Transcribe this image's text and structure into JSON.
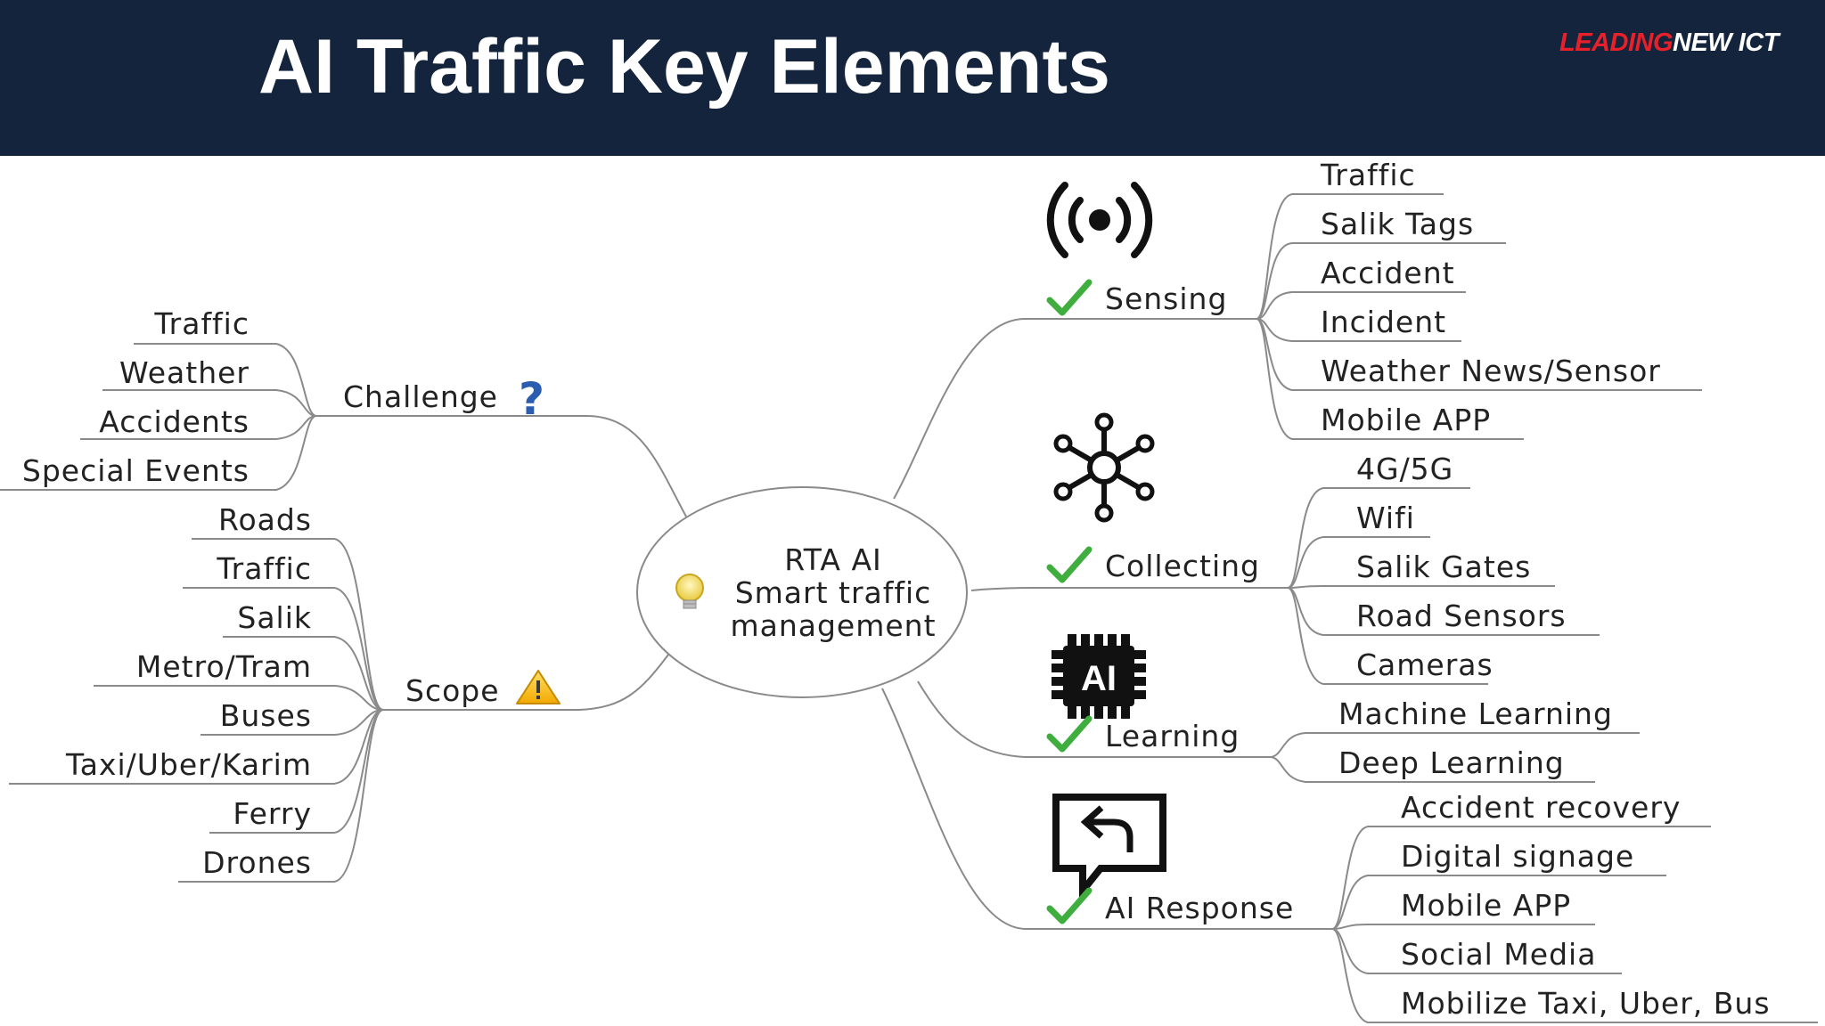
{
  "header": {
    "title": "AI Traffic Key Elements",
    "logo_word1": "LEADING",
    "logo_word2": "NEW ICT",
    "logo_red": "#e8202a",
    "background": "#14243d"
  },
  "center": {
    "line1": "RTA AI",
    "line2": "Smart traffic",
    "line3": "management",
    "icon": "lightbulb-icon"
  },
  "challenge": {
    "label": "Challenge",
    "icon": "question-mark-icon",
    "items": [
      "Traffic",
      "Weather",
      "Accidents",
      "Special Events"
    ]
  },
  "scope": {
    "label": "Scope",
    "icon": "warning-icon",
    "items": [
      "Roads",
      "Traffic",
      "Salik",
      "Metro/Tram",
      "Buses",
      "Taxi/Uber/Karim",
      "Ferry",
      "Drones"
    ]
  },
  "sensing": {
    "label": "Sensing",
    "icon": "broadcast-icon",
    "items": [
      "Traffic",
      "Salik Tags",
      "Accident",
      "Incident",
      "Weather News/Sensor",
      "Mobile APP"
    ]
  },
  "collecting": {
    "label": "Collecting",
    "icon": "network-hub-icon",
    "items": [
      "4G/5G",
      "Wifi",
      "Salik Gates",
      "Road Sensors",
      "Cameras"
    ]
  },
  "learning": {
    "label": "Learning",
    "icon": "ai-chip-icon",
    "chip_text": "AI",
    "items": [
      "Machine Learning",
      "Deep Learning"
    ]
  },
  "response": {
    "label": "AI Response",
    "icon": "reply-message-icon",
    "items": [
      "Accident recovery",
      "Digital signage",
      "Mobile APP",
      "Social Media",
      "Mobilize Taxi, Uber, Bus"
    ]
  }
}
